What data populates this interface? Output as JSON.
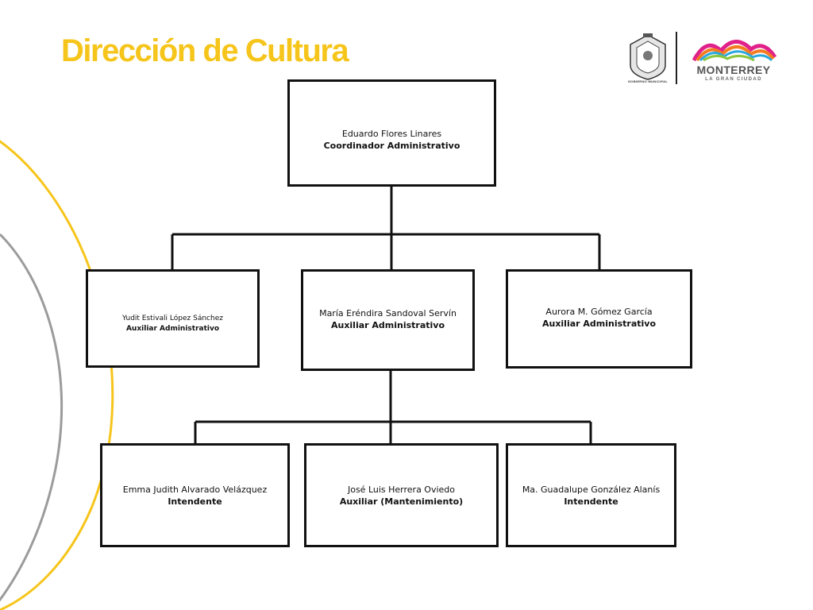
{
  "page": {
    "title": "Dirección de Cultura",
    "accent_color": "#f6c51b",
    "decor_arc_color": "#9b9b9b"
  },
  "logos": {
    "seal": {
      "icon": "municipal-seal-icon",
      "text": "GOBIERNO MUNICIPAL"
    },
    "city": {
      "icon": "monterrey-mountain-icon",
      "name": "MONTERREY",
      "subtitle": "LA GRAN CIUDAD"
    }
  },
  "org": {
    "coordinator": {
      "name": "Eduardo Flores Linares",
      "role": "Coordinador Administrativo"
    },
    "level2": [
      {
        "name": "Yudit Estivali López Sánchez",
        "role": "Auxiliar Administrativo"
      },
      {
        "name": "María Eréndira Sandoval Servín",
        "role": "Auxiliar Administrativo"
      },
      {
        "name": "Aurora M. Gómez García",
        "role": "Auxiliar Administrativo"
      }
    ],
    "level3": [
      {
        "name": "Emma Judith Alvarado Velázquez",
        "role": "Intendente"
      },
      {
        "name": "José Luis Herrera Oviedo",
        "role": "Auxiliar (Mantenimiento)"
      },
      {
        "name": "Ma. Guadalupe González Alanís",
        "role": "Intendente"
      }
    ]
  }
}
